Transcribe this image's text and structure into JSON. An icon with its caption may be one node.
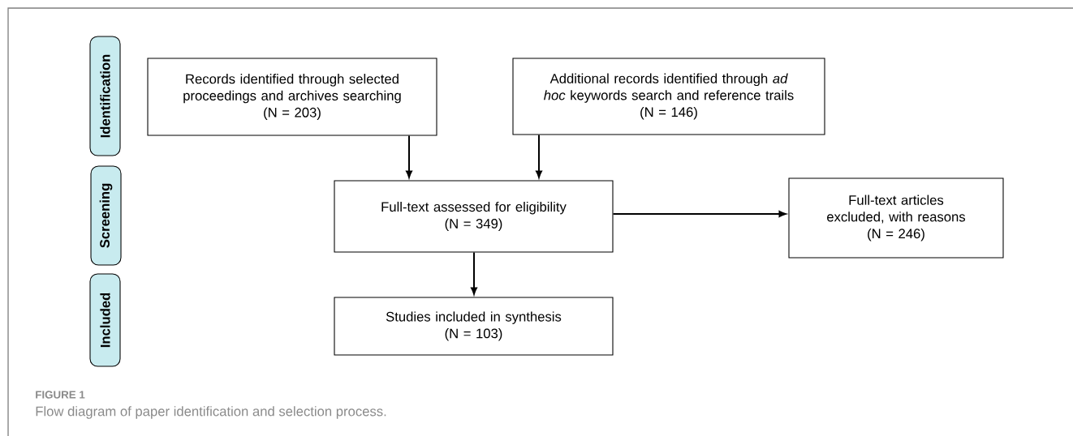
{
  "diagram": {
    "caption": "Flow diagram of paper identification and selection process.",
    "nodes": [
      {
        "text": [
          "Identification"
        ]
      },
      {
        "text": [
          "Screening"
        ]
      },
      {
        "text": [
          "Included"
        ]
      },
      {
        "text": [
          "Records identified through selected proceedings and archives searching",
          "(N = 203)"
        ]
      },
      {
        "text": [
          "Additional records identified through *ad hoc* keywords search and reference trails",
          "(N = 146)"
        ]
      },
      {
        "text": [
          "Full-text assessed for eligibility",
          "(N = 349)"
        ]
      },
      {
        "text": [
          "Full-text articles excluded, with reasons",
          "(N = 246)"
        ]
      },
      {
        "text": [
          "Studies included in synthesis",
          "(N = 103)"
        ]
      }
    ],
    "edges": [
      {
        "from": 3,
        "to": 5,
        "arrow": "to"
      },
      {
        "from": 4,
        "to": 5,
        "arrow": "to"
      },
      {
        "from": 5,
        "to": 6,
        "arrow": "to"
      },
      {
        "from": 5,
        "to": 7,
        "arrow": "to"
      }
    ],
    "labels": [
      "FIGURE 1"
    ]
  }
}
